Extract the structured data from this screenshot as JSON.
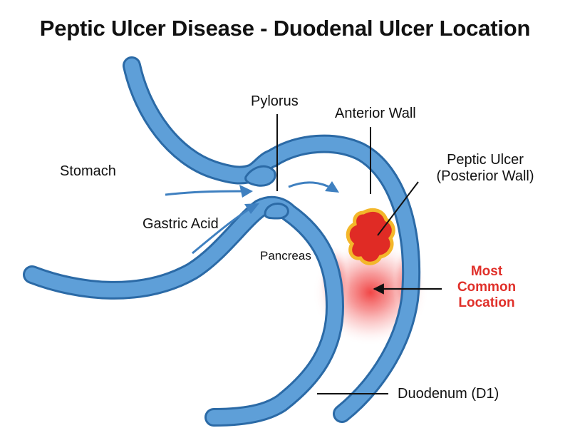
{
  "title": "Peptic Ulcer Disease - Duodenal Ulcer Location",
  "labels": {
    "stomach": "Stomach",
    "gastric_acid": "Gastric Acid",
    "pylorus": "Pylorus",
    "anterior_wall": "Anterior Wall",
    "peptic_ulcer_line1": "Peptic Ulcer",
    "peptic_ulcer_line2": "(Posterior Wall)",
    "pancreas": "Pancreas",
    "duodenum": "Duodenum (D1)",
    "most_common_line1": "Most",
    "most_common_line2": "Common",
    "most_common_line3": "Location"
  },
  "colors": {
    "tube_fill": "#5e9fd8",
    "tube_outline": "#2b6aa6",
    "ulcer_fill": "#e02b25",
    "ulcer_outline": "#f3b72a",
    "highlight_text": "#e0302a",
    "glow": "#f04040"
  }
}
